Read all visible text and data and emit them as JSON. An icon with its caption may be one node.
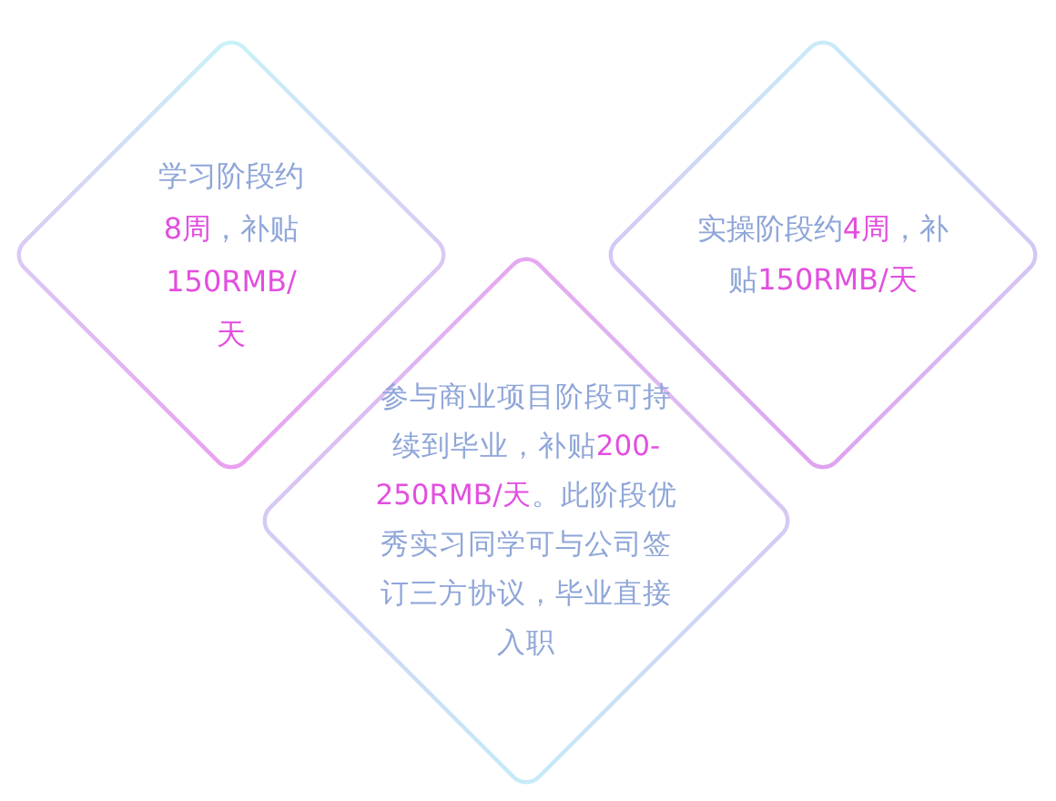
{
  "diagram": {
    "nodes": [
      {
        "text": [
          "学习阶段约**8周**，补贴**150RMB/天**"
        ]
      },
      {
        "text": [
          "实操阶段约**4周**，补贴**150RMB/天**"
        ]
      },
      {
        "text": [
          "参与商业项目阶段可持续到毕业，补贴**200-250RMB/天**。此阶段优秀实习同学可与公司签订三方协议，毕业直接入职"
        ]
      }
    ]
  }
}
